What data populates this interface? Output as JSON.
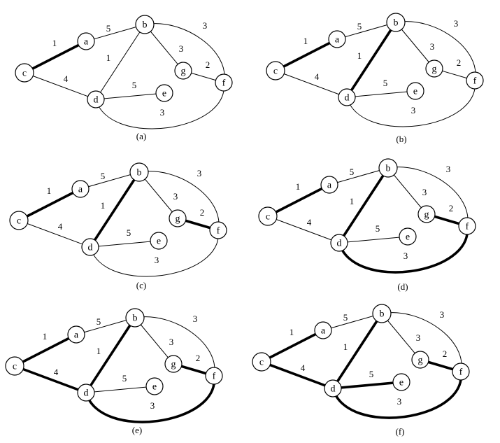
{
  "nodes": [
    {
      "id": "a",
      "label": "a"
    },
    {
      "id": "b",
      "label": "b"
    },
    {
      "id": "c",
      "label": "c"
    },
    {
      "id": "d",
      "label": "d"
    },
    {
      "id": "e",
      "label": "e"
    },
    {
      "id": "f",
      "label": "f"
    },
    {
      "id": "g",
      "label": "g"
    }
  ],
  "edges": [
    {
      "id": "ca",
      "from": "c",
      "to": "a",
      "weight": "1"
    },
    {
      "id": "ab",
      "from": "a",
      "to": "b",
      "weight": "5"
    },
    {
      "id": "cd",
      "from": "c",
      "to": "d",
      "weight": "4"
    },
    {
      "id": "db",
      "from": "d",
      "to": "b",
      "weight": "1"
    },
    {
      "id": "bg",
      "from": "b",
      "to": "g",
      "weight": "3"
    },
    {
      "id": "bf",
      "from": "b",
      "to": "f",
      "weight": "3"
    },
    {
      "id": "gf",
      "from": "g",
      "to": "f",
      "weight": "2"
    },
    {
      "id": "de",
      "from": "d",
      "to": "e",
      "weight": "5"
    },
    {
      "id": "df",
      "from": "d",
      "to": "f",
      "weight": "3"
    }
  ],
  "panels": [
    {
      "caption": "(a)",
      "selected": [
        "ca"
      ]
    },
    {
      "caption": "(b)",
      "selected": [
        "ca",
        "db"
      ]
    },
    {
      "caption": "(c)",
      "selected": [
        "ca",
        "db",
        "gf"
      ]
    },
    {
      "caption": "(d)",
      "selected": [
        "ca",
        "db",
        "gf",
        "df"
      ]
    },
    {
      "caption": "(e)",
      "selected": [
        "ca",
        "db",
        "gf",
        "df",
        "cd"
      ]
    },
    {
      "caption": "(f)",
      "selected": [
        "ca",
        "db",
        "gf",
        "df",
        "cd",
        "de"
      ]
    }
  ]
}
